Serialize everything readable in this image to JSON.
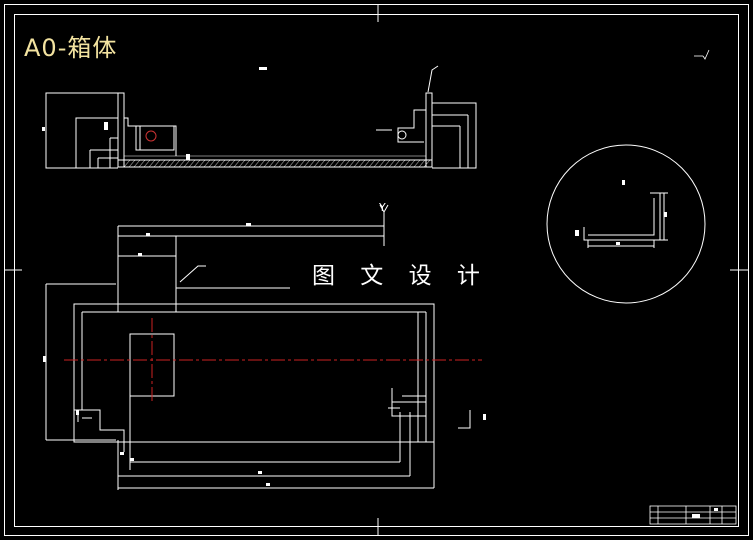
{
  "drawing": {
    "title": "A0-箱体",
    "watermark": "图 文 设 计",
    "axis_label": "Y"
  },
  "colors": {
    "background": "#000000",
    "line": "#ffffff",
    "title": "#f3e3a0",
    "centerline": "#cc2222",
    "hole": "#cc3333"
  }
}
